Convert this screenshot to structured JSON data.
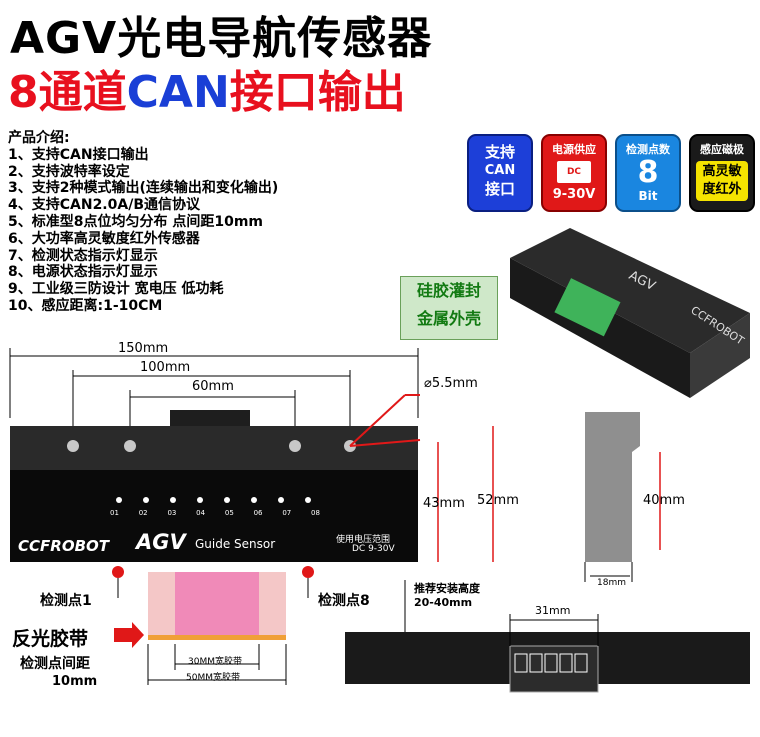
{
  "header": {
    "title": "AGV光电导航传感器",
    "subtitle_channels": "8通道",
    "subtitle_can": "CAN",
    "subtitle_rest": "接口输出"
  },
  "features": {
    "heading": "产品介绍:",
    "items": [
      "1、支持CAN接口输出",
      "2、支持波特率设定",
      "3、支持2种模式输出(连续输出和变化输出)",
      "4、支持CAN2.0A/B通信协议",
      "5、标准型8点位均匀分布 点间距10mm",
      "6、大功率高灵敏度红外传感器",
      "7、检测状态指示灯显示",
      "8、电源状态指示灯显示",
      "9、工业级三防设计 宽电压 低功耗",
      "10、感应距离:1-10CM"
    ]
  },
  "badges": {
    "can": {
      "line1": "支持",
      "line2": "CAN",
      "line3": "接口"
    },
    "power": {
      "title": "电源供应",
      "dc": "DC",
      "value": "9-30V"
    },
    "points": {
      "title": "检测点数",
      "value": "8",
      "unit": "Bit"
    },
    "sense": {
      "title": "感应磁极",
      "line1": "高灵敏",
      "line2": "度红外"
    }
  },
  "seal": {
    "line1": "硅胶灌封",
    "line2": "金属外壳"
  },
  "photo": {
    "brand": "CCFROBOT",
    "agv": "AGV"
  },
  "dimensions": {
    "d150": "150mm",
    "d100": "100mm",
    "d60": "60mm",
    "hole": "5.5mm",
    "h43": "43mm",
    "h52": "52mm",
    "h40": "40mm",
    "w18": "18mm",
    "w31": "31mm",
    "tape30": "30MM宽胶带",
    "tape50": "50MM宽胶带"
  },
  "sensor": {
    "brand": "CCFROBOT",
    "agv": "AGV",
    "guide": "Guide Sensor",
    "voltage_label": "使用电压范围",
    "voltage_value": "DC 9-30V",
    "channels": [
      "01",
      "02",
      "03",
      "04",
      "05",
      "06",
      "07",
      "08"
    ]
  },
  "labels": {
    "point1": "检测点1",
    "point8": "检测点8",
    "install_line1": "推荐安装高度",
    "install_line2": "20-40mm",
    "tape": "反光胶带",
    "spacing_line1": "检测点间距",
    "spacing_line2": "10mm"
  }
}
